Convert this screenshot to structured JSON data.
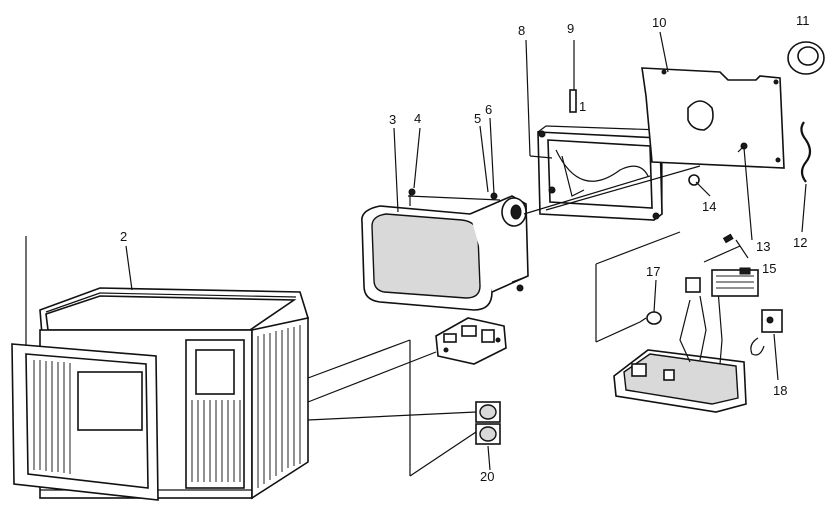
{
  "diagram": {
    "background": "#ffffff",
    "ink": "#111111",
    "callouts": [
      {
        "id": "c1",
        "label": "1"
      },
      {
        "id": "c2",
        "label": "2"
      },
      {
        "id": "c3",
        "label": "3"
      },
      {
        "id": "c4",
        "label": "4"
      },
      {
        "id": "c5",
        "label": "5"
      },
      {
        "id": "c6",
        "label": "6"
      },
      {
        "id": "c8",
        "label": "8"
      },
      {
        "id": "c9",
        "label": "9"
      },
      {
        "id": "c10",
        "label": "10"
      },
      {
        "id": "c11",
        "label": "11"
      },
      {
        "id": "c12",
        "label": "12"
      },
      {
        "id": "c13",
        "label": "13"
      },
      {
        "id": "c14",
        "label": "14"
      },
      {
        "id": "c15",
        "label": "15"
      },
      {
        "id": "c17",
        "label": "17"
      },
      {
        "id": "c18",
        "label": "18"
      },
      {
        "id": "c20",
        "label": "20"
      }
    ]
  }
}
